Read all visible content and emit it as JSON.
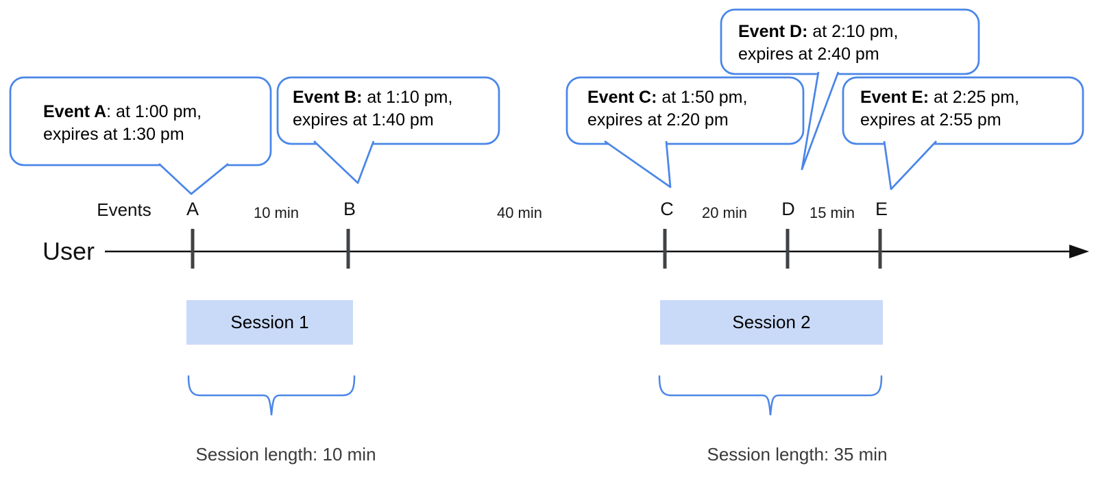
{
  "diagram": {
    "user_label": "User",
    "events_axis_label": "Events",
    "callouts": [
      {
        "id": "A",
        "bold": "Event A",
        "line1_rest": ": at 1:00 pm,",
        "line2": "expires at 1:30 pm"
      },
      {
        "id": "B",
        "bold": "Event B:",
        "line1_rest": " at 1:10 pm,",
        "line2": "expires at 1:40 pm"
      },
      {
        "id": "C",
        "bold": "Event C:",
        "line1_rest": " at 1:50 pm,",
        "line2": "expires at 2:20 pm"
      },
      {
        "id": "D",
        "bold": "Event D:",
        "line1_rest": " at 2:10 pm,",
        "line2": "expires at 2:40 pm"
      },
      {
        "id": "E",
        "bold": "Event E:",
        "line1_rest": " at 2:25 pm,",
        "line2": "expires at 2:55 pm"
      }
    ],
    "tick_labels": [
      "A",
      "B",
      "C",
      "D",
      "E"
    ],
    "intervals": [
      "10 min",
      "40 min",
      "20 min",
      "15 min"
    ],
    "sessions": [
      {
        "label": "Session 1",
        "length": "Session length: 10 min"
      },
      {
        "label": "Session 2",
        "length": "Session length: 35 min"
      }
    ],
    "colors": {
      "callout_border": "#4a86e8",
      "session_fill": "#c9daf8",
      "tick": "#404346",
      "axis_line": "#111111"
    }
  }
}
